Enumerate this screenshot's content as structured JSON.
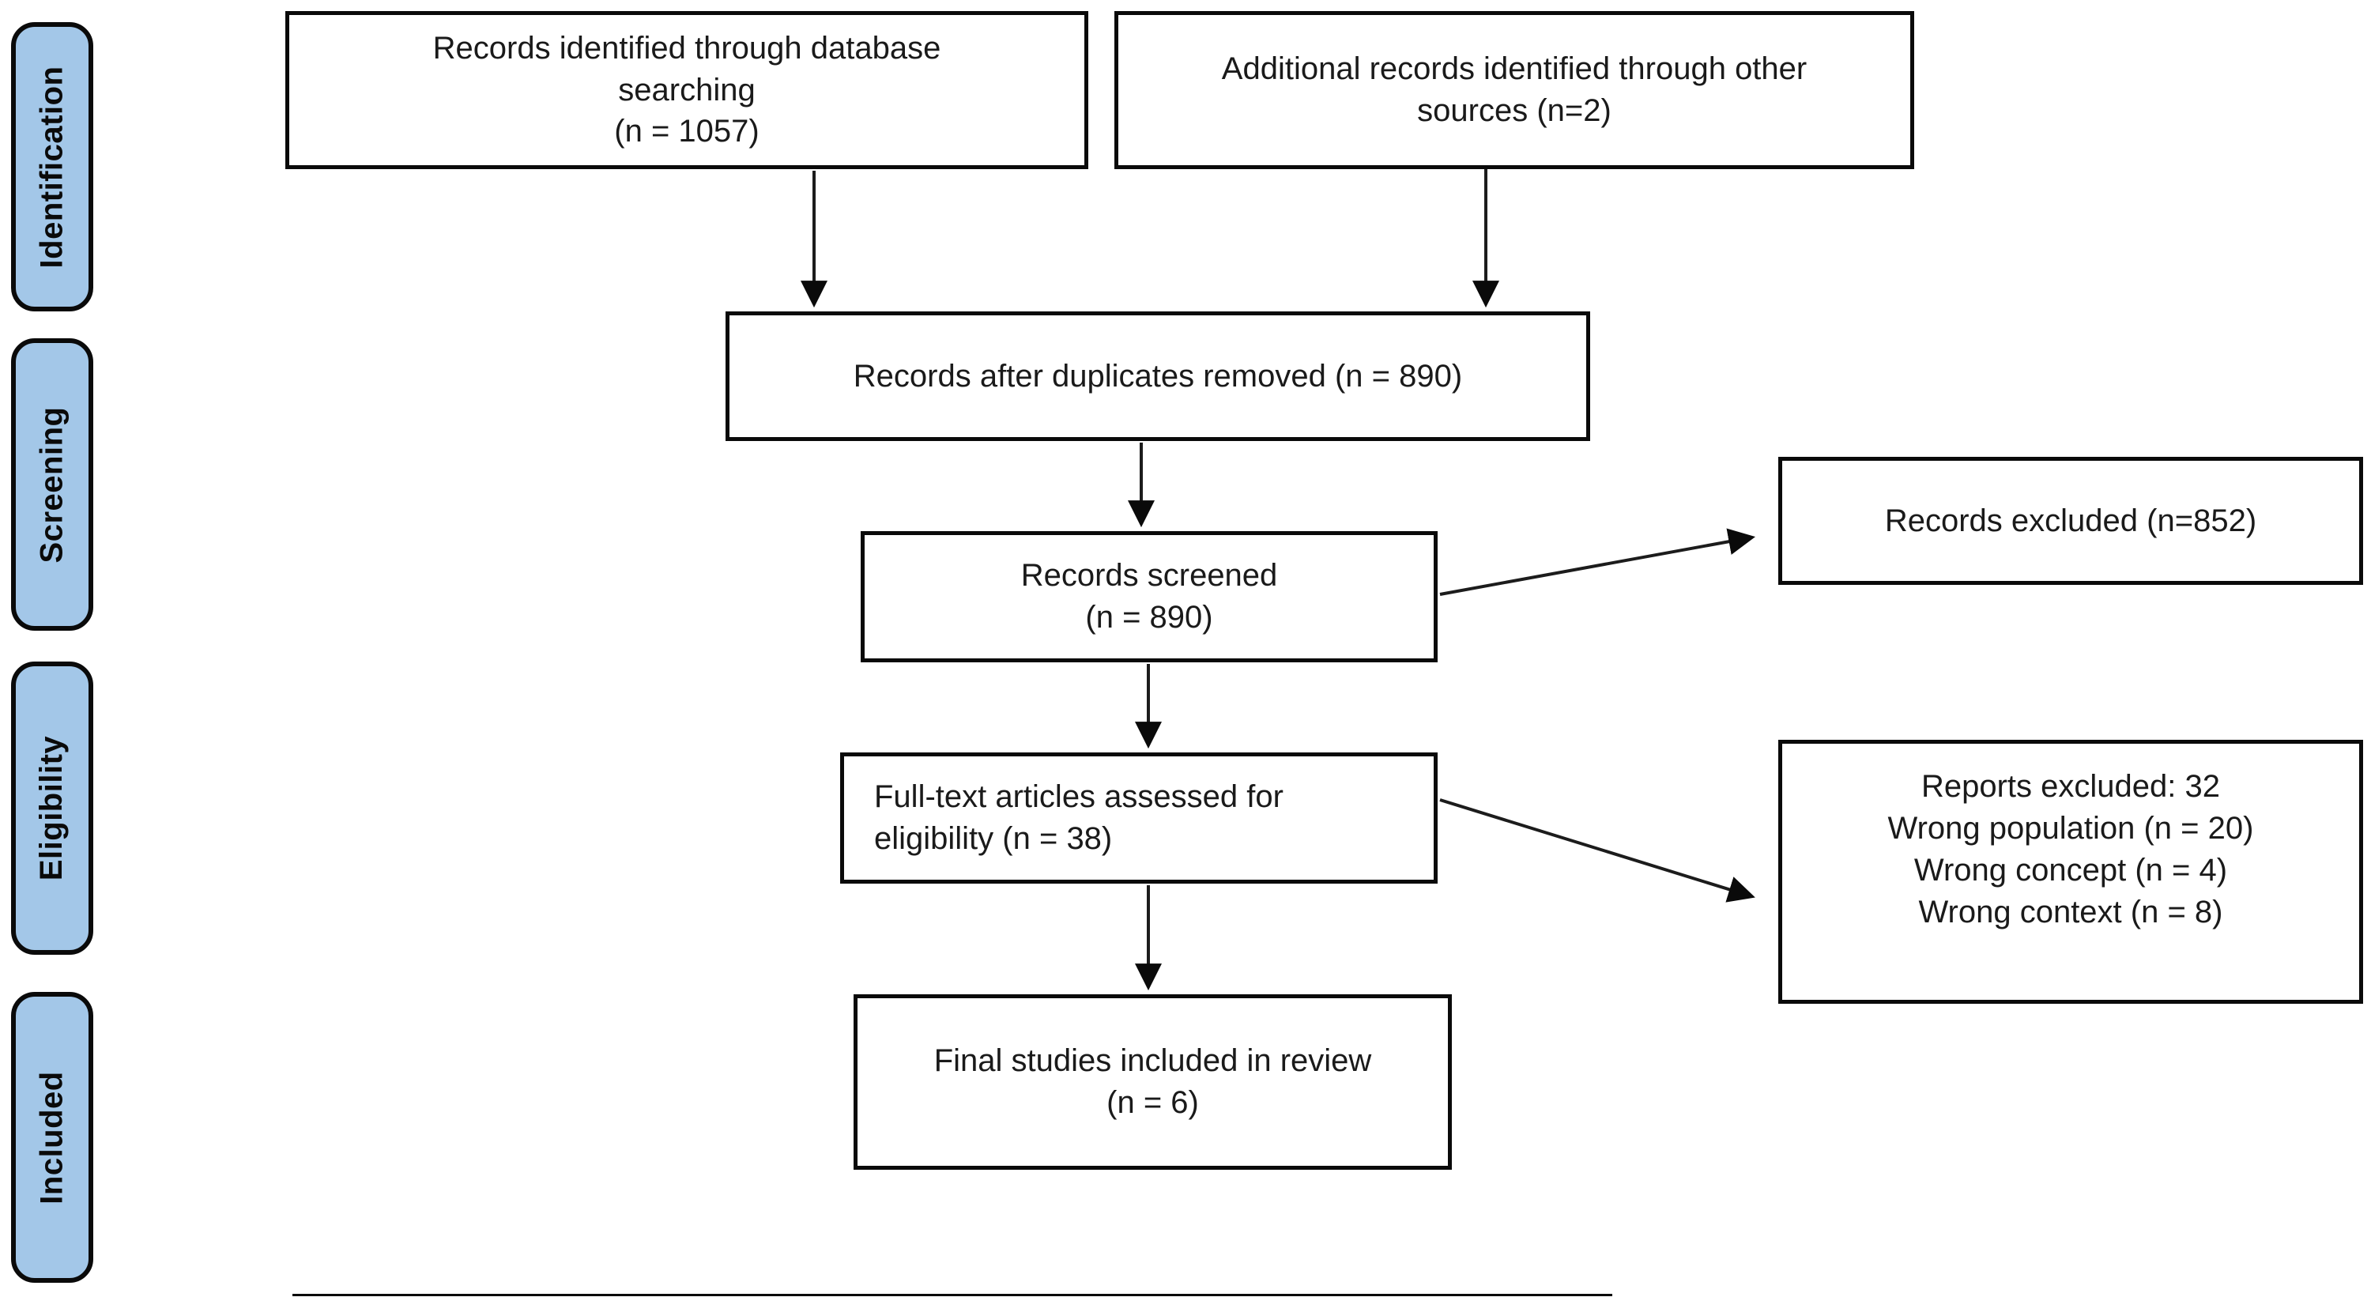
{
  "diagram_type": "prisma-flow-diagram",
  "colors": {
    "stage_fill": "#A3C7E8",
    "stage_border": "#0A0A0A",
    "box_border": "#0A0A0A",
    "text": "#1A1A1A",
    "background": "#FFFFFF"
  },
  "sidebar": {
    "items": [
      {
        "label": "Identification"
      },
      {
        "label": "Screening"
      },
      {
        "label": "Eligibility"
      },
      {
        "label": "Included"
      }
    ]
  },
  "boxes": {
    "records_identified": "Records identified through database\nsearching\n(n = 1057)",
    "additional_records": "Additional records identified through other\nsources (n=2)",
    "duplicates_removed": "Records after duplicates removed (n = 890)",
    "records_screened": "Records screened\n(n = 890)",
    "records_excluded": "Records excluded (n=852)",
    "fulltext_assessed": "Full-text articles assessed for\neligibility (n = 38)",
    "reports_excluded": "Reports excluded: 32\nWrong population (n = 20)\nWrong concept (n = 4)\nWrong context (n = 8)",
    "final_included": "Final studies included in review\n(n = 6)"
  },
  "counts": {
    "identified_database": 1057,
    "identified_other": 2,
    "after_duplicates": 890,
    "screened": 890,
    "records_excluded": 852,
    "fulltext_assessed": 38,
    "reports_excluded_total": 32,
    "wrong_population": 20,
    "wrong_concept": 4,
    "wrong_context": 8,
    "final_included": 6
  }
}
